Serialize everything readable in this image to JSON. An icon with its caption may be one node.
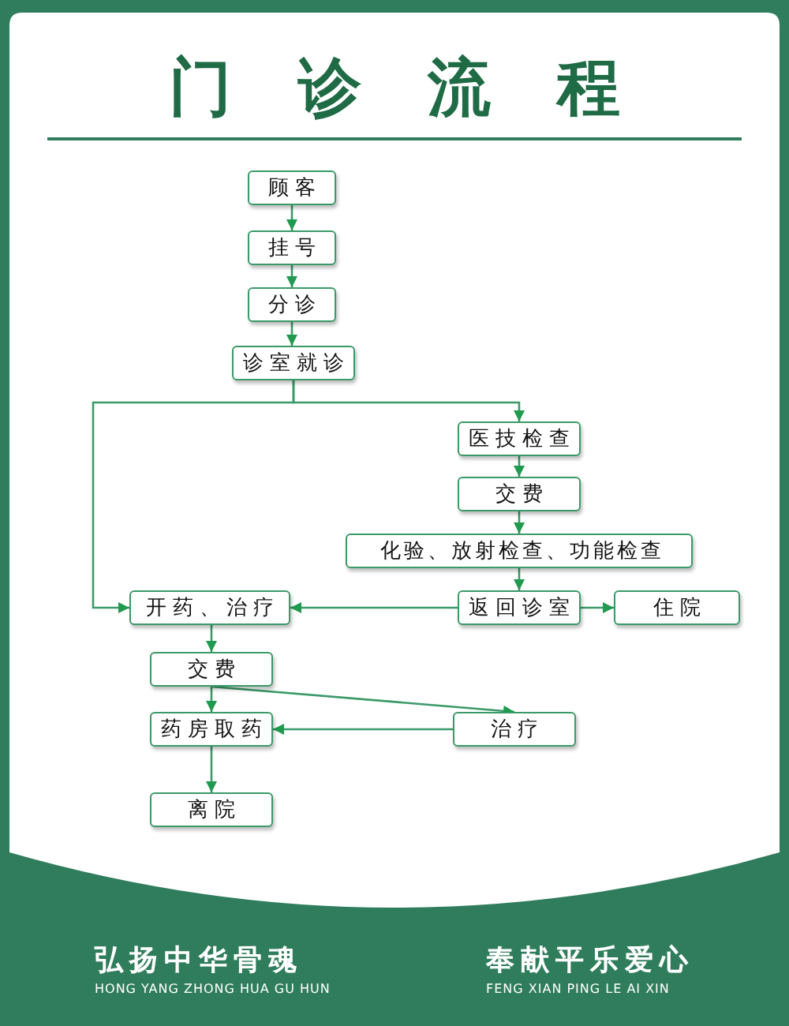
{
  "diagram": {
    "title": "门诊流程",
    "nodes": [
      {
        "text": [
          "顾客"
        ]
      },
      {
        "text": [
          "挂号"
        ]
      },
      {
        "text": [
          "分诊"
        ]
      },
      {
        "text": [
          "诊室就诊"
        ]
      },
      {
        "text": [
          "医技检查"
        ]
      },
      {
        "text": [
          "交费"
        ]
      },
      {
        "text": [
          "化验、放射检查、功能检查"
        ]
      },
      {
        "text": [
          "返回诊室"
        ]
      },
      {
        "text": [
          "住院"
        ]
      },
      {
        "text": [
          "开药、治疗"
        ]
      },
      {
        "text": [
          "交费"
        ]
      },
      {
        "text": [
          "药房取药"
        ]
      },
      {
        "text": [
          "治疗"
        ]
      },
      {
        "text": [
          "离院"
        ]
      }
    ],
    "edges": [
      {
        "from": 0,
        "to": 1,
        "arrow": "to"
      },
      {
        "from": 1,
        "to": 2,
        "arrow": "to"
      },
      {
        "from": 2,
        "to": 3,
        "arrow": "to"
      },
      {
        "from": 3,
        "to": 4,
        "arrow": "to"
      },
      {
        "from": 3,
        "to": 9,
        "arrow": "to"
      },
      {
        "from": 4,
        "to": 5,
        "arrow": "to"
      },
      {
        "from": 5,
        "to": 6,
        "arrow": "to"
      },
      {
        "from": 6,
        "to": 7,
        "arrow": "to"
      },
      {
        "from": 7,
        "to": 9,
        "arrow": "to"
      },
      {
        "from": 7,
        "to": 8,
        "arrow": "to"
      },
      {
        "from": 9,
        "to": 10,
        "arrow": "to"
      },
      {
        "from": 10,
        "to": 11,
        "arrow": "to"
      },
      {
        "from": 10,
        "to": 12,
        "arrow": "to"
      },
      {
        "from": 12,
        "to": 11,
        "arrow": "to"
      },
      {
        "from": 11,
        "to": 13,
        "arrow": "to"
      }
    ],
    "labels": [
      "弘扬中华骨魂",
      "HONG YANG ZHONG HUA GU HUN",
      "奉献平乐爱心",
      "FENG XIAN PING LE AI XIN"
    ]
  }
}
